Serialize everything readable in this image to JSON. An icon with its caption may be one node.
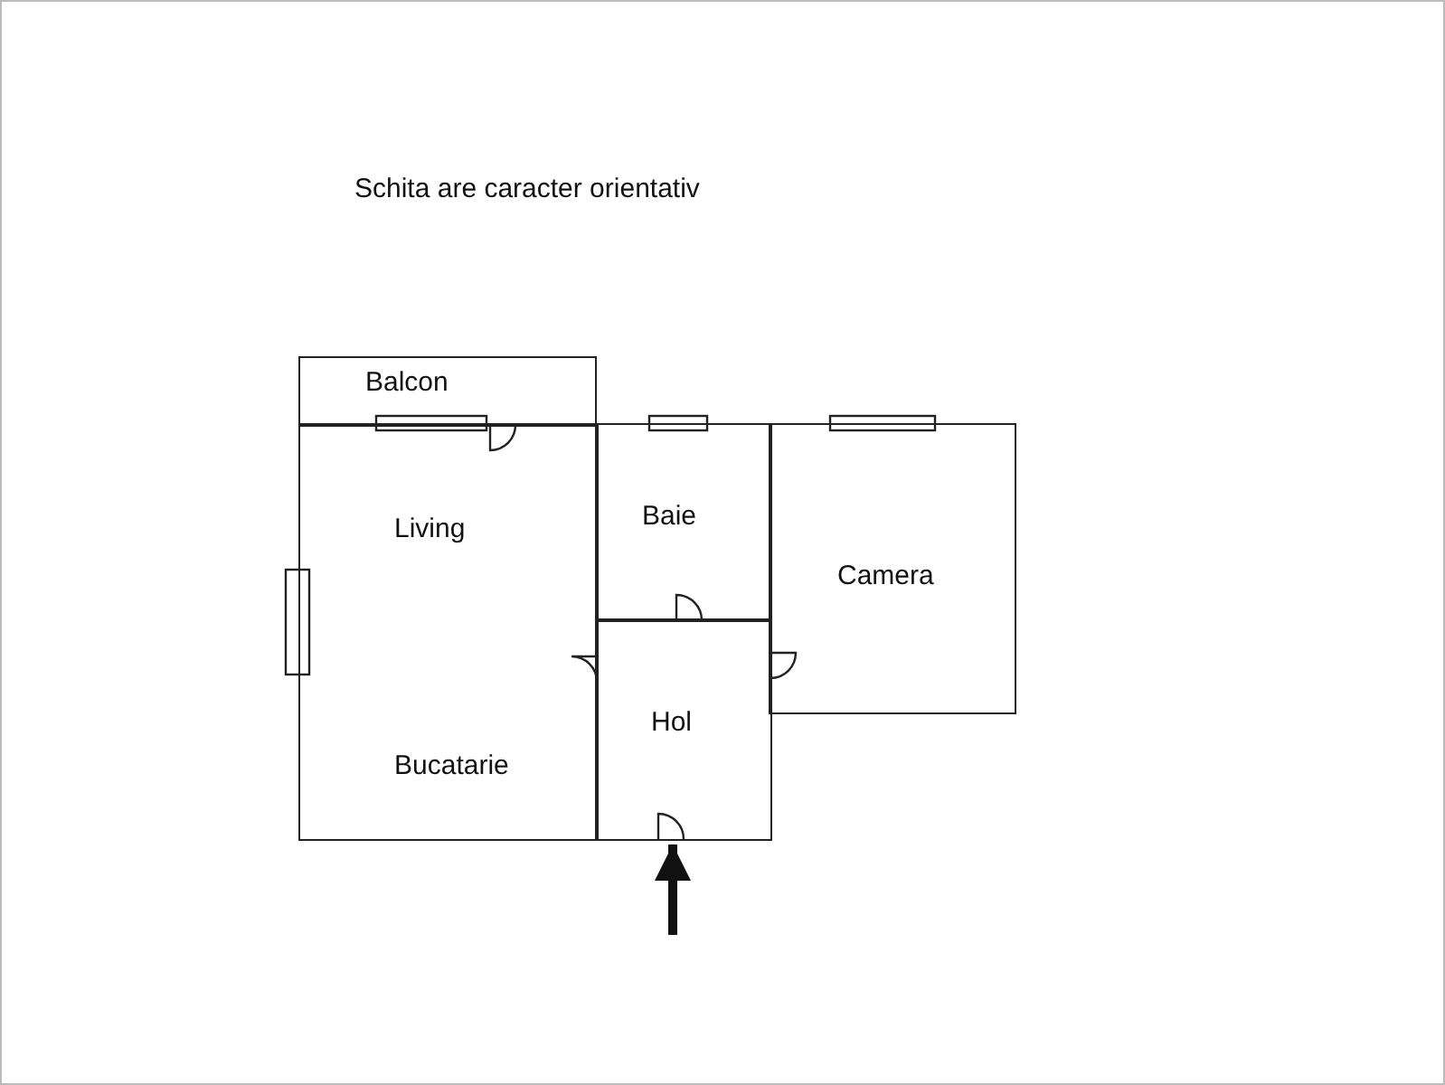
{
  "diagram": {
    "title": "Schita are caracter orientativ",
    "nodes": [
      {
        "text": [
          "Balcon"
        ]
      },
      {
        "text": [
          "Living",
          "Bucatarie"
        ]
      },
      {
        "text": [
          "Baie"
        ]
      },
      {
        "text": [
          "Camera"
        ]
      },
      {
        "text": [
          "Hol"
        ]
      }
    ],
    "edges": [
      {
        "from": null,
        "to": 4,
        "arrow": "to"
      }
    ]
  }
}
